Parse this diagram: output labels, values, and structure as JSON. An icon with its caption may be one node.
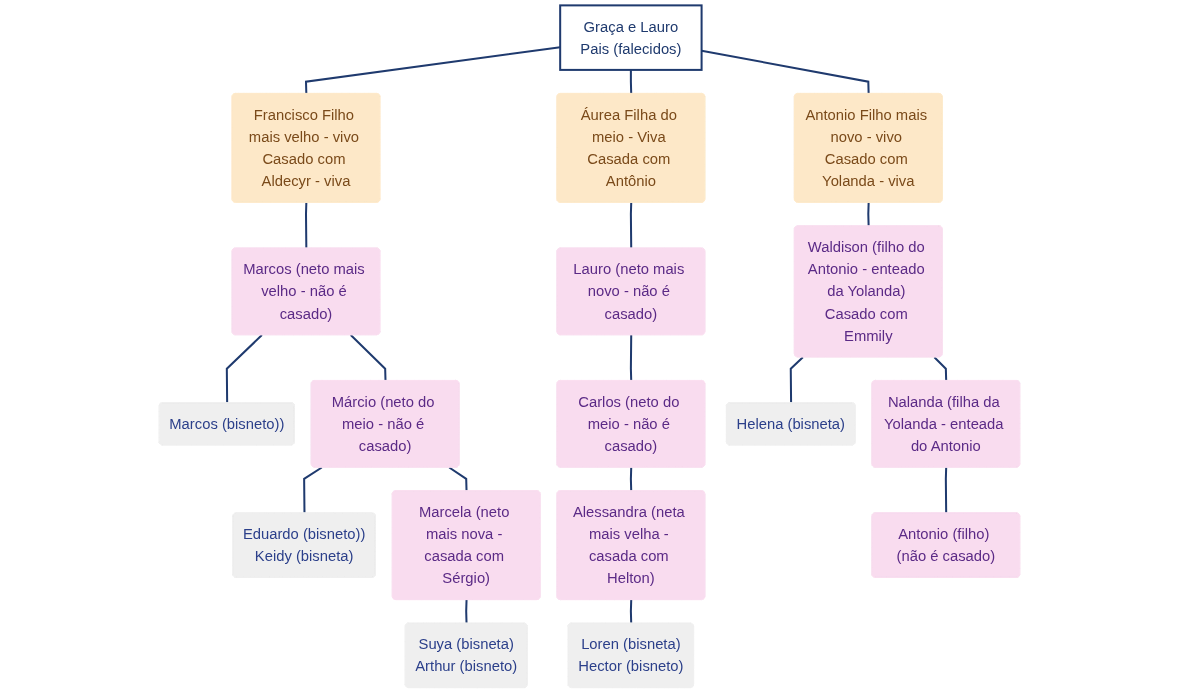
{
  "diagram": {
    "nodes": [
      {
        "text": [
          "Graça e Lauro",
          "Pais (falecidos)"
        ]
      },
      {
        "text": [
          "Francisco Filho mais velho - vivo Casado com Aldecyr - viva"
        ]
      },
      {
        "text": [
          "Antonio Filho mais novo - vivo Casado com Yolanda - viva"
        ]
      },
      {
        "text": [
          "Áurea Filha do meio - Viva Casada com Antônio"
        ]
      },
      {
        "text": [
          "Marcos (neto mais velho - não é casado)"
        ]
      },
      {
        "text": [
          "Marcos (bisneto))"
        ]
      },
      {
        "text": [
          "Helena (bisneta)"
        ]
      },
      {
        "text": [
          "Waldison (filho do Antonio - enteado da Yolanda) Casado com Emmily"
        ]
      },
      {
        "text": [
          "Lauro (neto mais novo - não é casado)"
        ]
      },
      {
        "text": [
          "Márcio (neto do meio - não é casado)"
        ]
      },
      {
        "text": [
          "Eduardo (bisneto))",
          "Keidy (bisneta)"
        ]
      },
      {
        "text": [
          "Nalanda (filha da Yolanda - enteada do Antonio"
        ]
      },
      {
        "text": [
          "Carlos (neto do meio - não é casado)"
        ]
      },
      {
        "text": [
          "Marcela (neto mais nova - casada com Sérgio)"
        ]
      },
      {
        "text": [
          "Suya (bisneta)",
          "Arthur (bisneto)"
        ]
      },
      {
        "text": [
          "Alessandra (neta mais velha - casada com Helton)"
        ]
      },
      {
        "text": [
          "Loren (bisneta)",
          "Hector (bisneto)"
        ]
      },
      {
        "text": [
          "Antonio (filho) (não é casado)"
        ]
      }
    ],
    "edges": [
      {
        "from": 0,
        "to": 1,
        "arrow": "none"
      },
      {
        "from": 0,
        "to": 3,
        "arrow": "none"
      },
      {
        "from": 0,
        "to": 2,
        "arrow": "none"
      },
      {
        "from": 1,
        "to": 4,
        "arrow": "none"
      },
      {
        "from": 4,
        "to": 5,
        "arrow": "none"
      },
      {
        "from": 4,
        "to": 9,
        "arrow": "none"
      },
      {
        "from": 9,
        "to": 10,
        "arrow": "none"
      },
      {
        "from": 9,
        "to": 13,
        "arrow": "none"
      },
      {
        "from": 13,
        "to": 14,
        "arrow": "none"
      },
      {
        "from": 3,
        "to": 8,
        "arrow": "none"
      },
      {
        "from": 8,
        "to": 12,
        "arrow": "none"
      },
      {
        "from": 12,
        "to": 15,
        "arrow": "none"
      },
      {
        "from": 15,
        "to": 16,
        "arrow": "none"
      },
      {
        "from": 2,
        "to": 7,
        "arrow": "none"
      },
      {
        "from": 7,
        "to": 6,
        "arrow": "none"
      },
      {
        "from": 7,
        "to": 11,
        "arrow": "none"
      },
      {
        "from": 11,
        "to": 17,
        "arrow": "none"
      }
    ]
  }
}
